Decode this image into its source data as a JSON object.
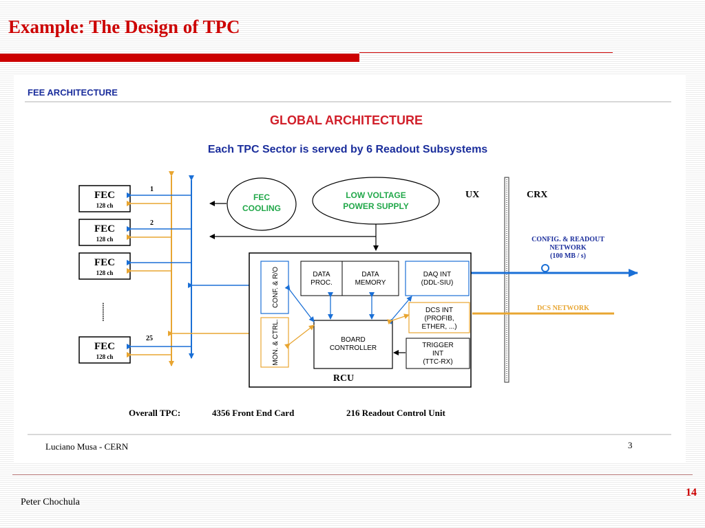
{
  "slide": {
    "title": "Example: The Design of TPC",
    "footer_author": "Peter Chochula",
    "page_number": "14"
  },
  "inner": {
    "header": "FEE ARCHITECTURE",
    "title": "GLOBAL ARCHITECTURE",
    "subtitle": "Each TPC Sector is served by 6 Readout Subsystems",
    "footer_author": "Luciano Musa - CERN",
    "footer_page": "3"
  },
  "fec_cards": [
    {
      "label": "FEC",
      "sub": "128 ch",
      "index": "1"
    },
    {
      "label": "FEC",
      "sub": "128 ch",
      "index": "2"
    },
    {
      "label": "FEC",
      "sub": "128 ch",
      "index": ""
    },
    {
      "label": "FEC",
      "sub": "128 ch",
      "index": "25"
    }
  ],
  "ellipsis_dots": "..........",
  "fec_cooling": {
    "line1": "FEC",
    "line2": "COOLING"
  },
  "low_voltage": {
    "line1": "LOW VOLTAGE",
    "line2": "POWER SUPPLY"
  },
  "zones": {
    "ux": "UX",
    "crx": "CRX"
  },
  "config_network": {
    "line1": "CONFIG. & READOUT",
    "line2": "NETWORK",
    "line3": "(100 MB / s)"
  },
  "dcs_network": "DCS NETWORK",
  "rcu": {
    "label": "RCU",
    "conf_ro": "CONF. & R/O",
    "mon_ctrl": "MON. & CTRL.",
    "data_proc": {
      "line1": "DATA",
      "line2": "PROC."
    },
    "data_memory": {
      "line1": "DATA",
      "line2": "MEMORY"
    },
    "daq_int": {
      "line1": "DAQ INT",
      "line2": "(DDL-SIU)"
    },
    "dcs_int": {
      "line1": "DCS INT",
      "line2": "(PROFIB,",
      "line3": "ETHER, ...)"
    },
    "board_controller": {
      "line1": "BOARD",
      "line2": "CONTROLLER"
    },
    "trigger_int": {
      "line1": "TRIGGER",
      "line2": "INT",
      "line3": "(TTC-RX)"
    }
  },
  "overall": {
    "label": "Overall TPC:",
    "fec_count": "4356 Front End Card",
    "rcu_count": "216 Readout Control Unit"
  },
  "colors": {
    "title_red": "#cc0000",
    "blue": "#1a6fd6",
    "orange": "#e8a531",
    "green": "#22a84a",
    "inner_red": "#d11f2a",
    "inner_blue": "#1b2e9c"
  }
}
